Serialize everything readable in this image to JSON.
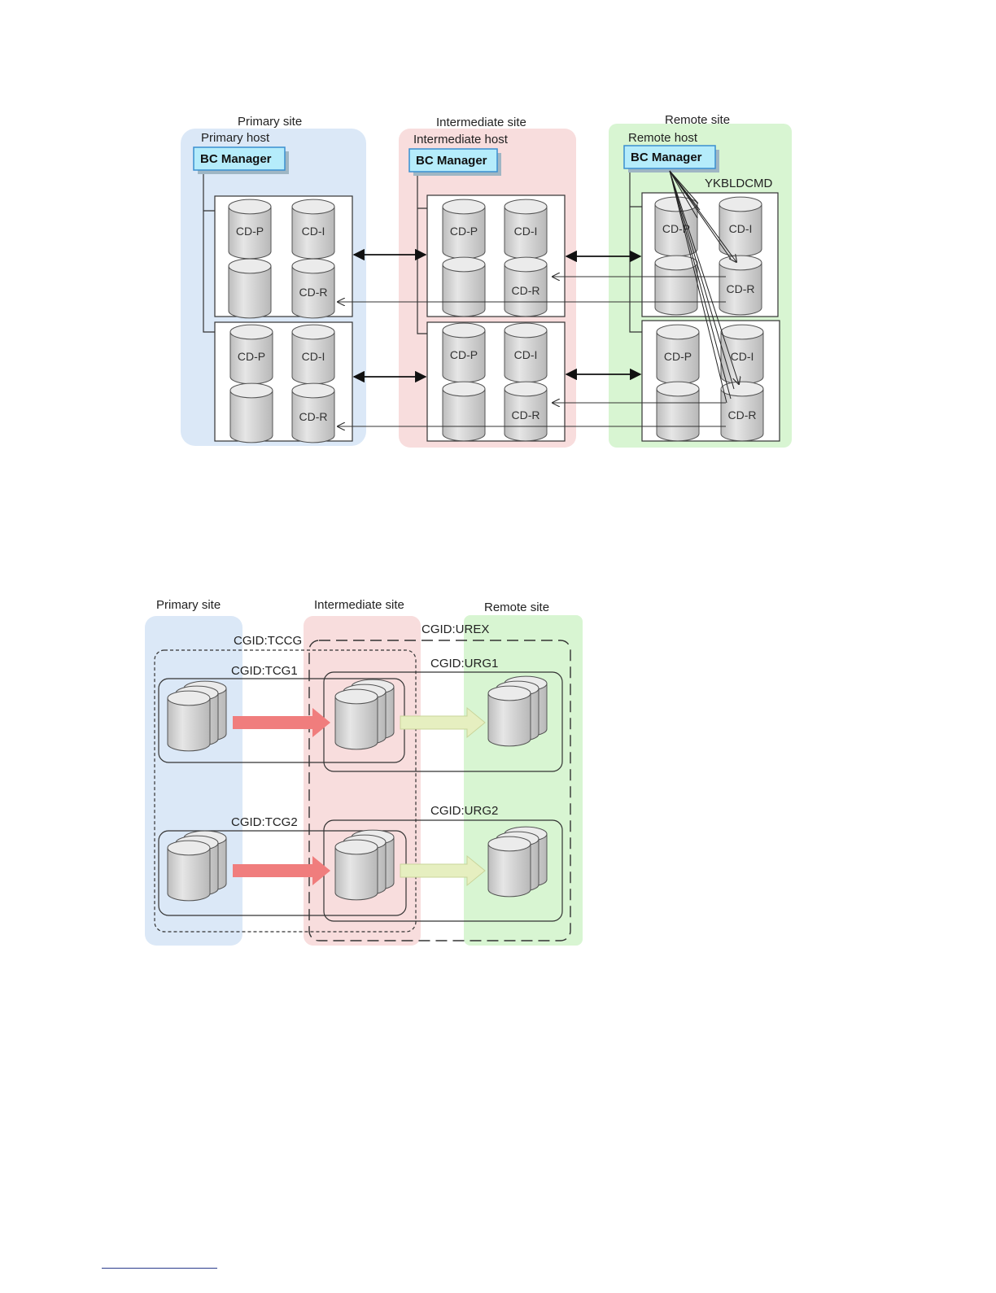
{
  "diagram1": {
    "sites": [
      {
        "title": "Primary site",
        "host": "Primary host",
        "manager": "BC Manager",
        "color": "#dbe8f7"
      },
      {
        "title": "Intermediate site",
        "host": "Intermediate host",
        "manager": "BC Manager",
        "color": "#f8dddd"
      },
      {
        "title": "Remote site",
        "host": "Remote host",
        "manager": "BC Manager",
        "color": "#d8f5d2"
      }
    ],
    "command_label": "YKBLDCMD",
    "volume_labels": {
      "p": "CD-P",
      "i": "CD-I",
      "r": "CD-R"
    },
    "colors": {
      "bc_manager_fill": "#b5ecfb",
      "bc_manager_border": "#3a8fd0",
      "disk_fill": "#d6d6d6"
    }
  },
  "diagram2": {
    "sites": [
      {
        "title": "Primary site",
        "color": "#dbe8f7"
      },
      {
        "title": "Intermediate site",
        "color": "#f8dddd"
      },
      {
        "title": "Remote site",
        "color": "#d8f5d2"
      }
    ],
    "groups": {
      "tccg": "CGID:TCCG",
      "urex": "CGID:UREX",
      "tcg1": "CGID:TCG1",
      "urg1": "CGID:URG1",
      "tcg2": "CGID:TCG2",
      "urg2": "CGID:URG2"
    },
    "colors": {
      "tc_arrow": "#f07d7d",
      "ur_arrow": "#e6efc0",
      "disk_fill": "#d6d6d6"
    }
  }
}
